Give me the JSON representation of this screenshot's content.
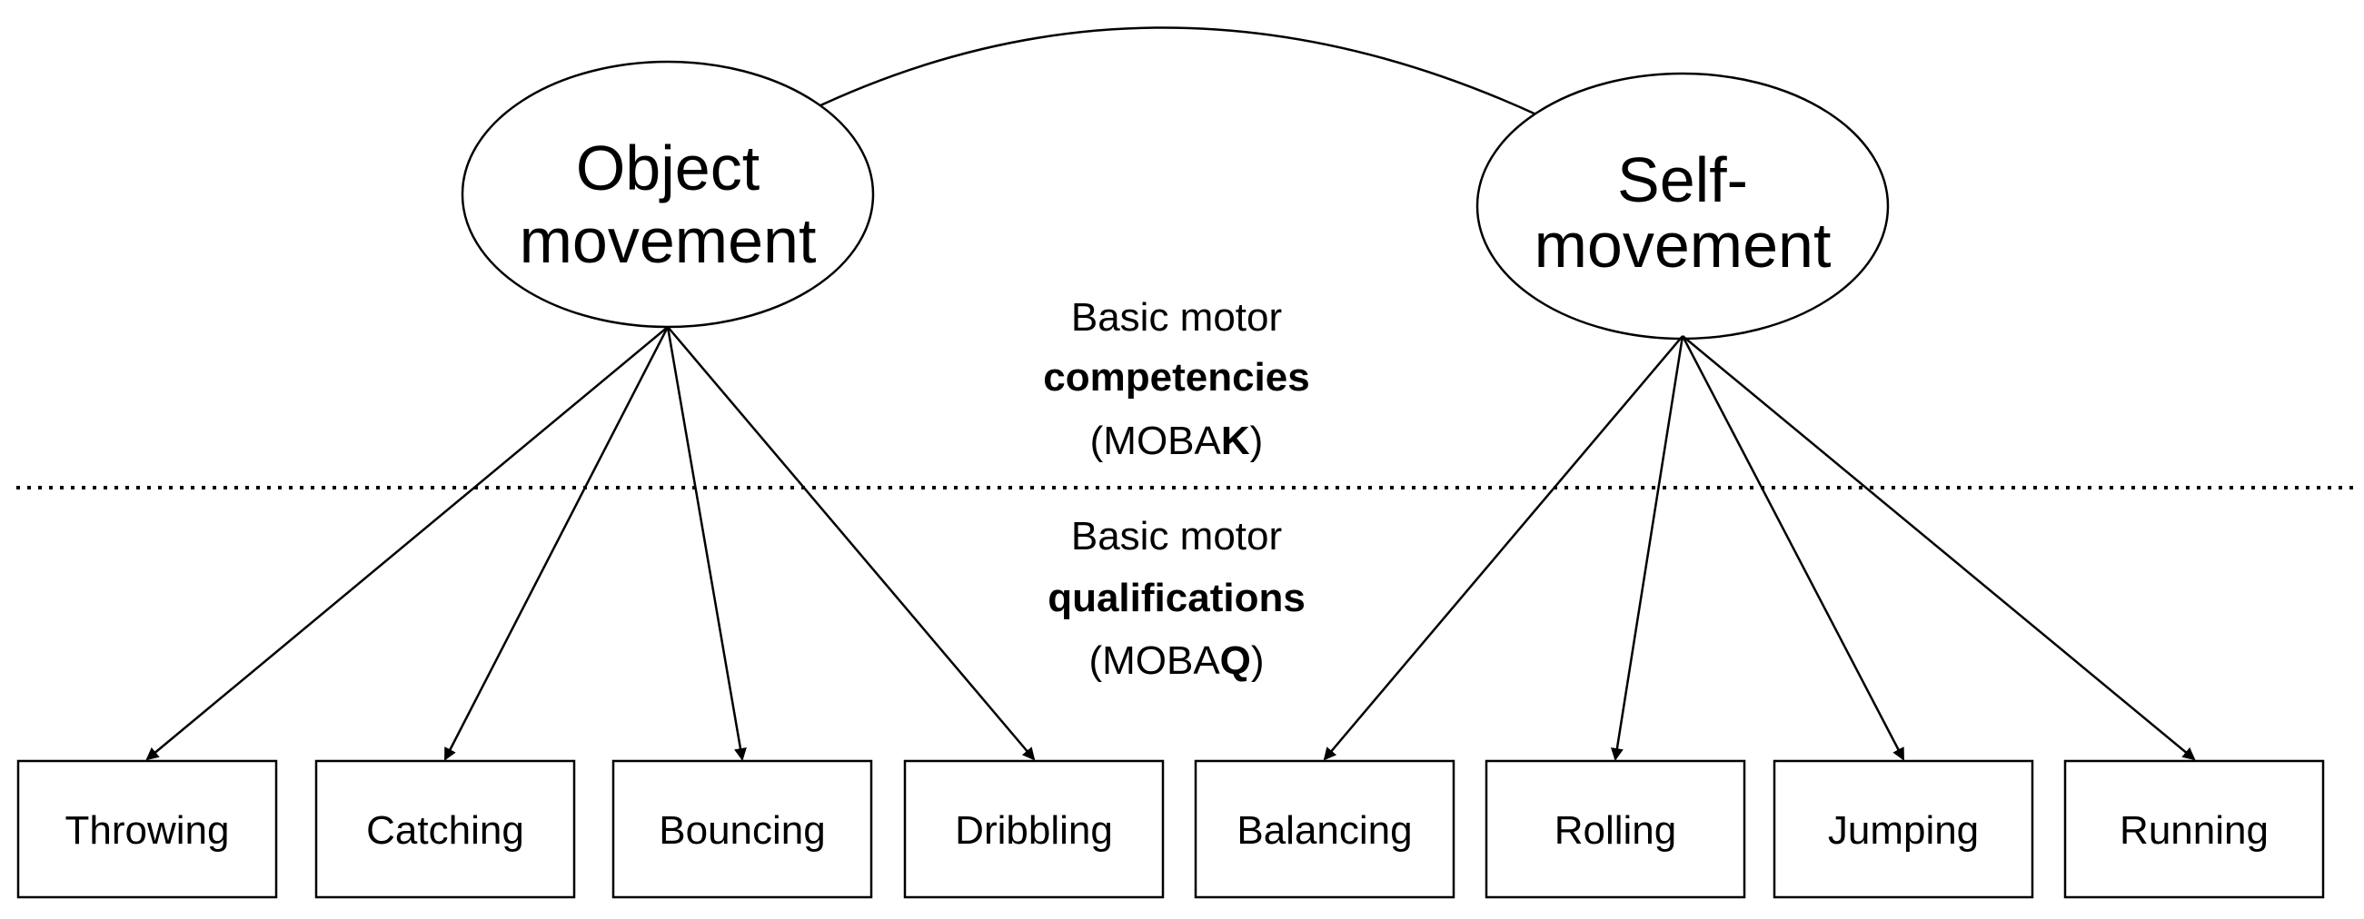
{
  "latent_factors": [
    {
      "id": "object",
      "label_lines": [
        "Object",
        "movement"
      ]
    },
    {
      "id": "self",
      "label_lines": [
        "Self-",
        "movement"
      ]
    }
  ],
  "center_text": {
    "upper": {
      "line1": "Basic motor",
      "line2": "competencies",
      "line3_prefix": "(MOBA",
      "line3_bold": "K",
      "line3_suffix": ")"
    },
    "lower": {
      "line1": "Basic motor",
      "line2": "qualifications",
      "line3_prefix": "(MOBA",
      "line3_bold": "Q",
      "line3_suffix": ")"
    }
  },
  "indicators": [
    {
      "label": "Throwing",
      "factor": "object"
    },
    {
      "label": "Catching",
      "factor": "object"
    },
    {
      "label": "Bouncing",
      "factor": "object"
    },
    {
      "label": "Dribbling",
      "factor": "object"
    },
    {
      "label": "Balancing",
      "factor": "self"
    },
    {
      "label": "Rolling",
      "factor": "self"
    },
    {
      "label": "Jumping",
      "factor": "self"
    },
    {
      "label": "Running",
      "factor": "self"
    }
  ],
  "colors": {
    "stroke": "#000000",
    "background": "#ffffff"
  }
}
